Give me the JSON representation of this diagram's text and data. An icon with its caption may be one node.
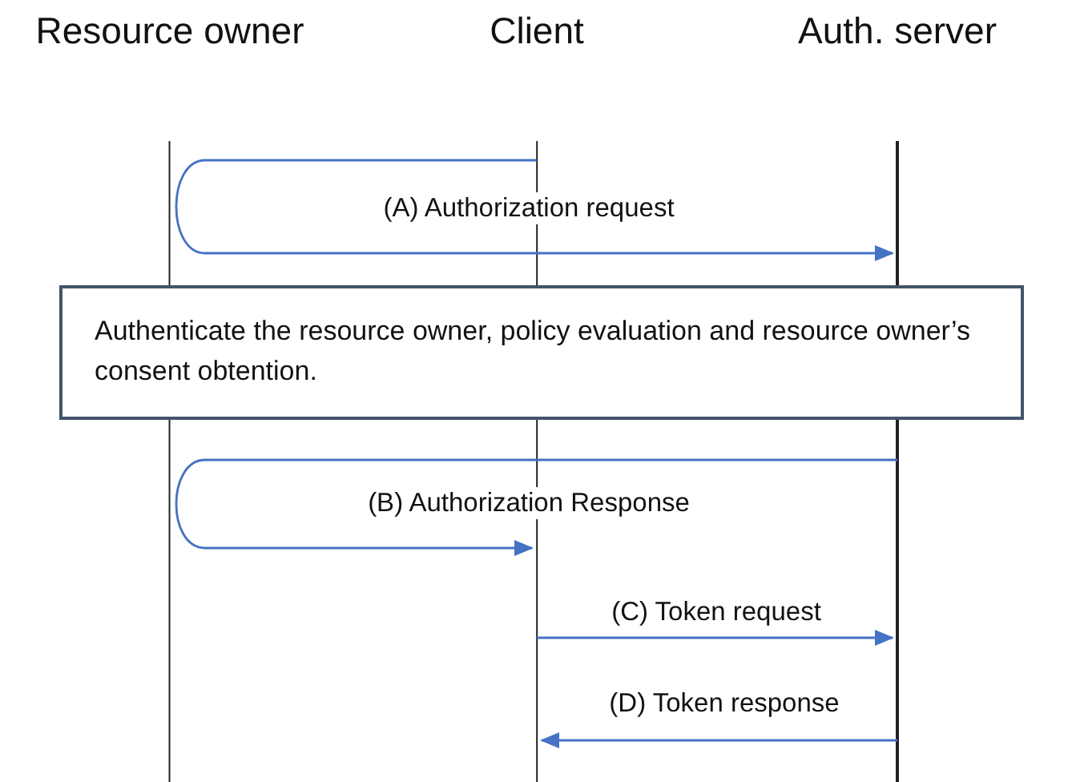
{
  "diagram": {
    "nodes": [
      {
        "text": [
          "Resource owner"
        ]
      },
      {
        "text": [
          "Client"
        ]
      },
      {
        "text": [
          "Auth. server"
        ]
      },
      {
        "text": [
          "Authenticate the resource owner, policy evaluation and resource owner’s consent obtention."
        ]
      }
    ],
    "edges": [
      {
        "from": 1,
        "to": 2,
        "arrow": "to",
        "label": "(A) Authorization request"
      },
      {
        "from": 2,
        "to": 1,
        "arrow": "to",
        "label": "(B) Authorization Response"
      },
      {
        "from": 1,
        "to": 2,
        "arrow": "to",
        "label": "(C) Token request"
      },
      {
        "from": 2,
        "to": 1,
        "arrow": "to",
        "label": "(D) Token response"
      }
    ]
  }
}
